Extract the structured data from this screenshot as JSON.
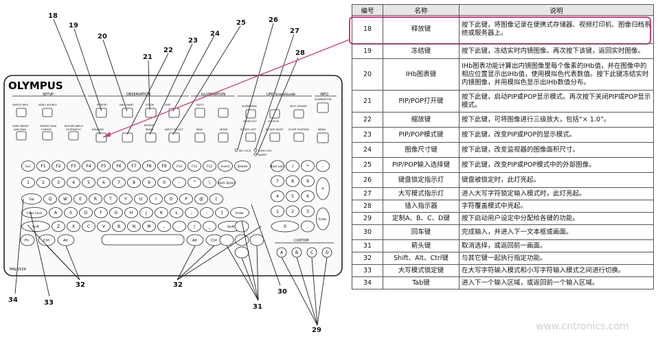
{
  "brand": "OLYMPUS",
  "model": "MAJ-1524",
  "section_labels": [
    "SETUP",
    "OBSERVATION",
    "ILLUMINATION",
    "UPD ScopeGuide",
    "INFO"
  ],
  "key_labels": {
    "setup": [
      "SWITCH INFO",
      "VIDEO SOURCE",
      "USER PRESET",
      "PATIENT DATA",
      "RESTART/INPUT",
      "ADD DATA",
      "CURSOR",
      "STOPWATCH"
    ],
    "observation": [
      "FREEZE",
      "IHb CHART",
      "ZOOM",
      "RELEASE",
      "PIP/POP",
      "MODE",
      "INPUT SELECT",
      "SIZE"
    ],
    "illumination": [
      "AUTO",
      "MAN",
      "MODE"
    ],
    "scopeguide": [
      "SCENEMARK",
      "ZOOM IN",
      "ZOOM OUT",
      "SPLIT SCREEN",
      "SCOPE POSITION",
      "ROTATE LEFT",
      "ROTATE RIGHT",
      "MENU"
    ],
    "info": [
      "EXAMINATION"
    ],
    "fn_row": [
      "Esc",
      "F1",
      "F2",
      "F3",
      "F4",
      "F5",
      "F6",
      "F7",
      "F8",
      "F9",
      "F10",
      "F11",
      "F12",
      "Insert",
      "Delete"
    ],
    "num_row": [
      "1",
      "2",
      "3",
      "4",
      "5",
      "6",
      "7",
      "8",
      "9",
      "0",
      "-",
      "^",
      "\\",
      "Back Space"
    ],
    "row_q": [
      "Tab",
      "Q",
      "W",
      "E",
      "R",
      "T",
      "Y",
      "U",
      "I",
      "O",
      "P",
      "@",
      "["
    ],
    "row_a": [
      "Caps Lock",
      "A",
      "S",
      "D",
      "F",
      "G",
      "H",
      "J",
      "K",
      "L",
      ";",
      ":",
      "]",
      "Enter"
    ],
    "row_z": [
      "Shift",
      "Z",
      "X",
      "C",
      "V",
      "B",
      "N",
      "M",
      ",",
      ".",
      "/",
      "_",
      "Shift"
    ],
    "row_bottom": [
      "Fn",
      "Ctrl",
      "Alt",
      "Alt",
      "Ctrl"
    ],
    "numpad": [
      "Num Lock",
      "/",
      "*",
      "-",
      "7",
      "8",
      "9",
      "+",
      "4",
      "5",
      "6",
      "1",
      "2",
      "3",
      "Enter",
      "0",
      "."
    ],
    "custom_label": "CUSTOM",
    "custom_keys": [
      "A",
      "B",
      "C",
      "D"
    ],
    "indicator_labels": [
      "KEY LOCK",
      "CAPS LOCK",
      "INSERT"
    ]
  },
  "callouts": [
    "18",
    "19",
    "20",
    "21",
    "22",
    "23",
    "24",
    "25",
    "26",
    "27",
    "28",
    "29",
    "30",
    "31",
    "32",
    "32",
    "33",
    "34"
  ],
  "table": {
    "headers": [
      "编号",
      "名称",
      "说明"
    ],
    "rows": [
      {
        "num": "18",
        "name": "释放键",
        "desc": "按下此键，将图像记录在便携式存储器、视频打印机、图像归档系统或服务器上。"
      },
      {
        "num": "19",
        "name": "冻结键",
        "desc": "按下此键，冻结实时内镜图像。再次按下该键，返回实时图像。"
      },
      {
        "num": "20",
        "name": "IHb图表键",
        "desc": "IHb图表功能计算出内镜图像里每个像素的IHb值，并在图像中的相应位置显示出IHb值，使用模拟色代表数值。按下此键冻结实时内镜图像，并用模拟色显示出IHb数值分布。"
      },
      {
        "num": "21",
        "name": "PIP/POP打开键",
        "desc": "按下此键，启动PIP或POP显示模式。再次按下关闭PIP或POP显示模式。"
      },
      {
        "num": "22",
        "name": "缩放键",
        "desc": "按下此键，可将图像进行三级放大，包括“× 1.0”。"
      },
      {
        "num": "23",
        "name": "PIP/POP模式键",
        "desc": "按下此键，改变PIP或POP的显示模式。"
      },
      {
        "num": "24",
        "name": "图像尺寸键",
        "desc": "按下此键，改变监视器的图像面积尺寸。"
      },
      {
        "num": "25",
        "name": "PIP/POP输入选择键",
        "desc": "按下此键，改变PIP或POP模式中的外部图像。"
      },
      {
        "num": "26",
        "name": "键盘锁定指示灯",
        "desc": "键盘被锁定时，此灯亮起。"
      },
      {
        "num": "27",
        "name": "大写模式指示灯",
        "desc": "进入大写字符锁定输入模式时，此灯亮起。"
      },
      {
        "num": "28",
        "name": "插入指示器",
        "desc": "字符覆盖模式中亮起。"
      },
      {
        "num": "29",
        "name": "定制A、B、C、D键",
        "desc": "按下启动用户设定中分配给各键的功能。"
      },
      {
        "num": "30",
        "name": "回车键",
        "desc": "完成输入，并进入下一文本框或画面。"
      },
      {
        "num": "31",
        "name": "箭头键",
        "desc": "取消选择，或返回前一画面。"
      },
      {
        "num": "32",
        "name": "Shift、Alt、Ctrl键",
        "desc": "与其它键一起执行指定功能。"
      },
      {
        "num": "33",
        "name": "大写模式锁定键",
        "desc": "在大写字符输入模式和小写字符输入模式之间进行切换。"
      },
      {
        "num": "34",
        "name": "Tab键",
        "desc": "进入下一个输入区域，或返回前一个输入区域。"
      }
    ]
  },
  "watermark": "www.cntronics.com",
  "colors": {
    "highlight": "#d23c7c",
    "header_bg": "#e6e6e6"
  }
}
